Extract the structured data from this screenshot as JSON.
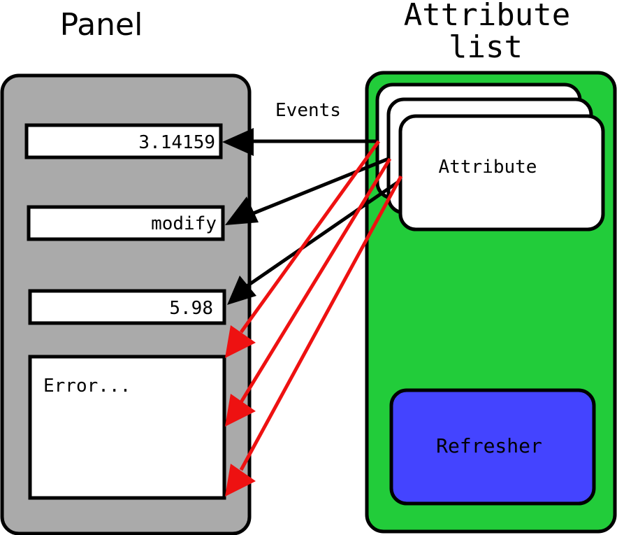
{
  "panel": {
    "title": "Panel",
    "fields": [
      "3.14159",
      "modify",
      "5.98"
    ],
    "error_text": "Error...",
    "color": "#aaaaaa"
  },
  "attribute_list": {
    "title_line1": "Attribute",
    "title_line2": "list",
    "attribute_label": "Attribute",
    "refresher_label": "Refresher",
    "color": "#22cc3a",
    "refresher_color": "#4444ff"
  },
  "events_label": "Events",
  "arrow_colors": {
    "events": "#000000",
    "errors": "#ee1111"
  }
}
